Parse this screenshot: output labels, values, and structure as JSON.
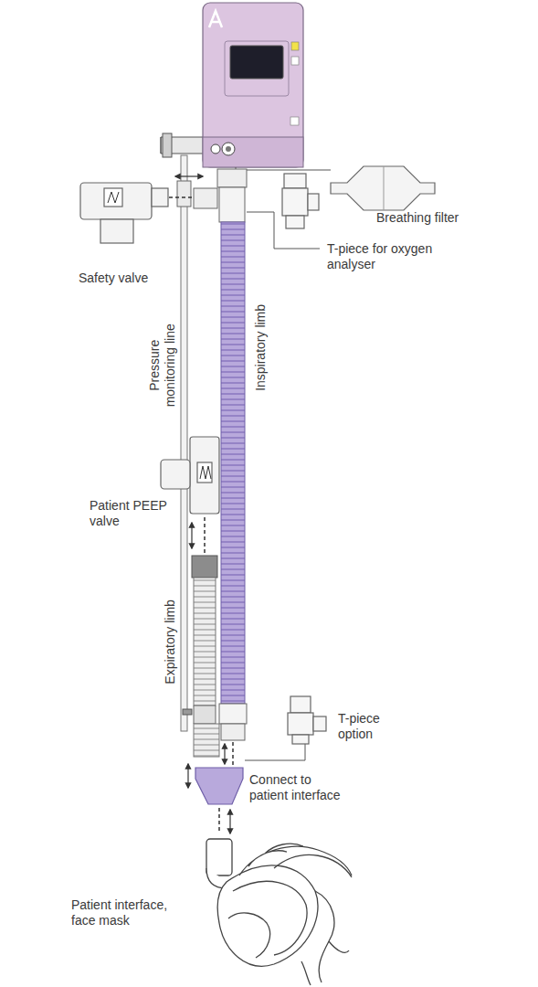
{
  "diagram": {
    "labels": [
      "Breathing filter",
      "T-piece for oxygen analyser",
      "Safety valve",
      "Pressure monitoring line",
      "Inspiratory limb",
      "Patient PEEP valve",
      "Expiratory limb",
      "T-piece option",
      "Connect to patient interface",
      "Patient interface, face mask"
    ]
  }
}
